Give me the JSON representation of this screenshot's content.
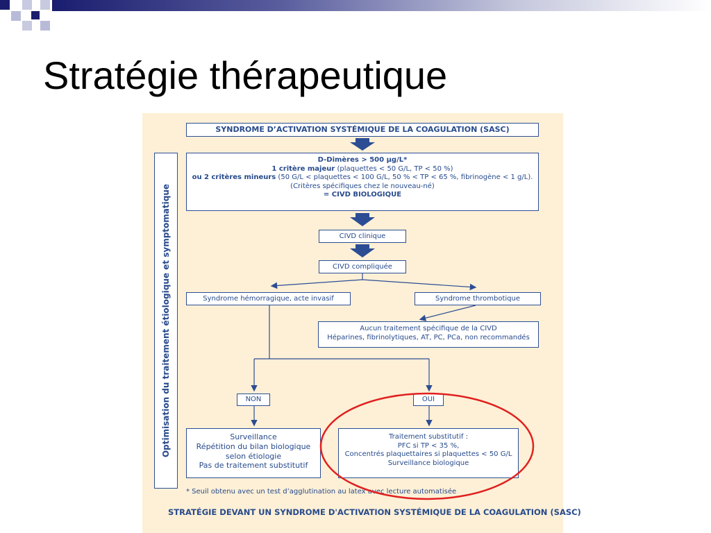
{
  "slide": {
    "title": "Stratégie thérapeutique"
  },
  "diagram": {
    "header": "SYNDROME D’ACTIVATION SYSTÉMIQUE DE LA COAGULATION (SASC)",
    "criteria": {
      "line1": "D-Dimères > 500 µg/L*",
      "line2_bold": "1 critère majeur",
      "line2_rest": " (plaquettes < 50 G/L, TP < 50 %)",
      "line3_bold": "ou 2 critères mineurs",
      "line3_rest": " (50 G/L < plaquettes < 100 G/L, 50 % < TP < 65 %, fibrinogène < 1 g/L).",
      "line4": "(Critères spécifiques chez le nouveau-né)",
      "line5": "= CIVD BIOLOGIQUE"
    },
    "civd_clinique": "CIVD clinique",
    "civd_compliquee": "CIVD compliquée",
    "hemorragique": "Syndrome hémorragique, acte invasif",
    "thrombotique": "Syndrome thrombotique",
    "aucun": {
      "line1": "Aucun traitement spécifique de la CIVD",
      "line2": "Héparines, fibrinolytiques, AT, PC, PCa, non recommandés"
    },
    "non": "NON",
    "oui": "OUI",
    "surveillance": {
      "line1": "Surveillance",
      "line2": "Répétition du bilan biologique",
      "line3": "selon étiologie",
      "line4": "Pas de traitement substitutif"
    },
    "traitement": {
      "line1": "Traitement substitutif :",
      "line2": "PFC si TP < 35 %,",
      "line3": "Concentrés plaquettaires si plaquettes < 50 G/L",
      "line4": "Surveillance biologique"
    },
    "side_label": "Optimisation du traitement étiologique et symptomatique",
    "footnote": "* Seuil obtenu avec un test d’agglutination au latex avec lecture automatisée",
    "caption": "STRATÉGIE DEVANT UN SYNDROME D'ACTIVATION SYSTÉMIQUE DE LA COAGULATION (SASC)"
  },
  "colors": {
    "accent_navy": "#1a1d6e",
    "box_border": "#2c4d94",
    "figure_bg": "#fdf0d6",
    "highlight_circle": "#e02020"
  }
}
